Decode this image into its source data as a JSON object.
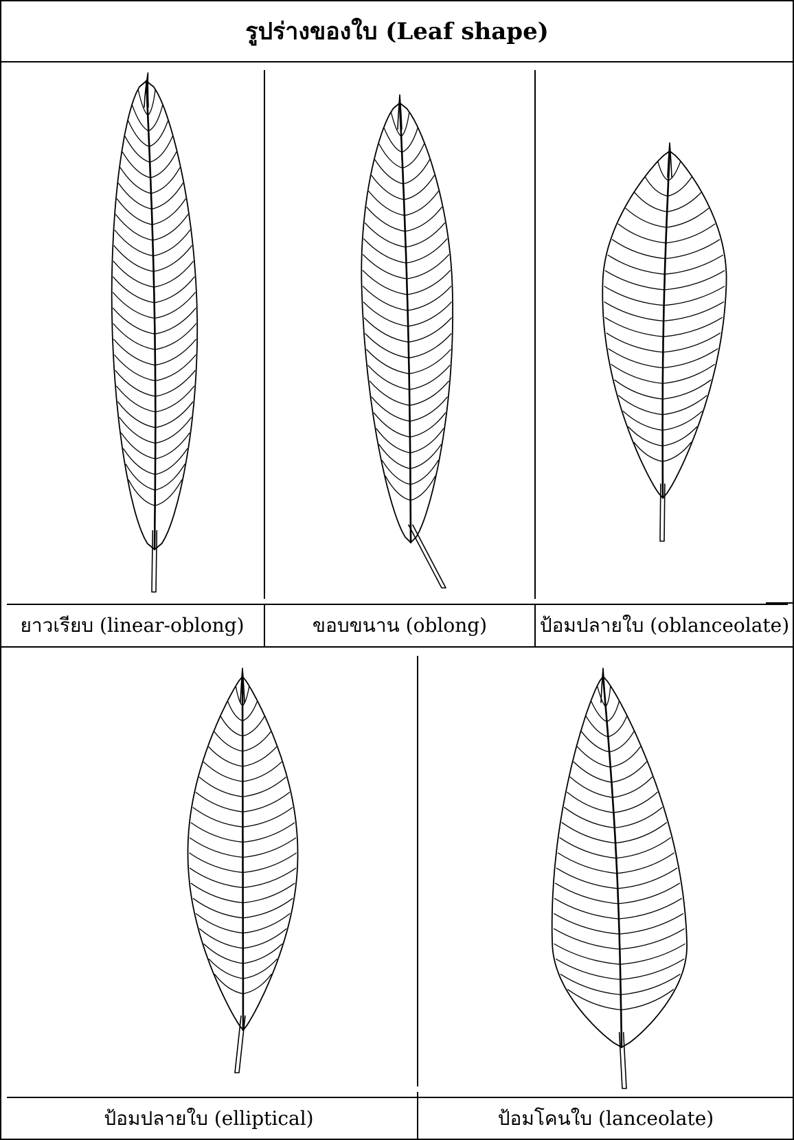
{
  "title": "รูปร่างของใบ (Leaf shape)",
  "top_row": [
    {
      "label": "ยาวเรียบ (linear-oblong)",
      "icon": "linear-oblong-leaf-icon"
    },
    {
      "label": "ขอบขนาน (oblong)",
      "icon": "oblong-leaf-icon"
    },
    {
      "label": "ป้อมปลายใบ (oblanceolate)",
      "icon": "oblanceolate-leaf-icon"
    }
  ],
  "bottom_row": [
    {
      "label": "ป้อมปลายใบ (elliptical)",
      "icon": "elliptical-leaf-icon"
    },
    {
      "label": "ป้อมโคนใบ (lanceolate)",
      "icon": "lanceolate-leaf-icon"
    }
  ],
  "colors": {
    "line": "#000000",
    "background": "#ffffff"
  }
}
